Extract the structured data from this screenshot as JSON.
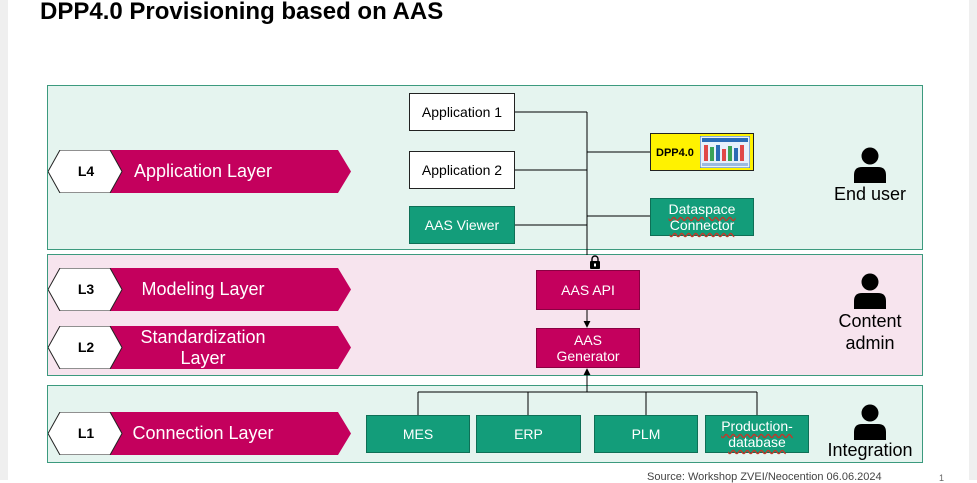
{
  "title": "DPP4.0 Provisioning based on AAS",
  "layers": [
    {
      "code": "L4",
      "name": "Application Layer"
    },
    {
      "code": "L3",
      "name": "Modeling Layer"
    },
    {
      "code": "L2",
      "name": "Standardization Layer"
    },
    {
      "code": "L1",
      "name": "Connection Layer"
    }
  ],
  "application_layer": {
    "app1": "Application 1",
    "app2": "Application 2",
    "viewer": "AAS Viewer",
    "dpp_label": "DPP4.0",
    "connector": "Dataspace Connector"
  },
  "modeling_layer": {
    "api": "AAS API",
    "generator": "AAS Generator"
  },
  "connection_layer": {
    "mes": "MES",
    "erp": "ERP",
    "plm": "PLM",
    "production_db": "Production-database"
  },
  "actors": {
    "end_user": "End user",
    "content_admin": "Content admin",
    "integration": "Integration"
  },
  "footer": "Source: Workshop ZVEI/Neocention 06.06.2024",
  "page_number": "1",
  "colors": {
    "magenta": "#c4005d",
    "green": "#139d7a",
    "app_band": "#e5f4ef",
    "model_band": "#f7e4ee",
    "dpp_yellow": "#fff200"
  }
}
